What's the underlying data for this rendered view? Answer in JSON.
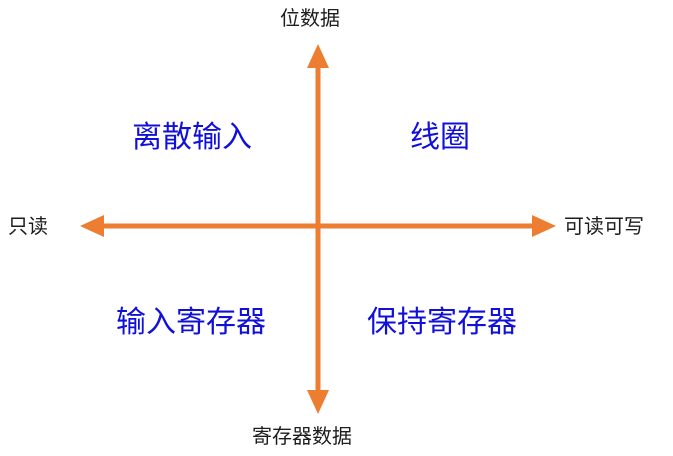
{
  "axes": {
    "top": "位数据",
    "bottom": "寄存器数据",
    "left": "只读",
    "right": "可读可写"
  },
  "quadrants": {
    "top_left": "离散输入",
    "top_right": "线圈",
    "bottom_left": "输入寄存器",
    "bottom_right": "保持寄存器"
  },
  "colors": {
    "arrow": "#ED7D31",
    "quadrant_text": "#1010D8",
    "axis_text": "#1d1d1d"
  }
}
